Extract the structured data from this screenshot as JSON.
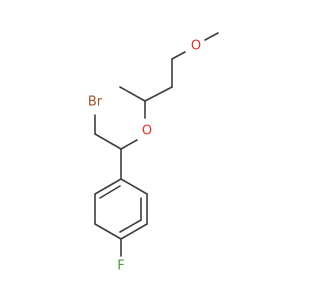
{
  "atoms": {
    "bromine": {
      "symbol": "Br",
      "color": "#a0522d"
    },
    "ether_oxygen": {
      "symbol": "O",
      "color": "#e8302a"
    },
    "methoxy_oxygen": {
      "symbol": "O",
      "color": "#e8302a"
    },
    "fluorine": {
      "symbol": "F",
      "color": "#4a9a3a"
    }
  },
  "colors": {
    "bond": "#3d3d3d",
    "background": "#ffffff"
  }
}
